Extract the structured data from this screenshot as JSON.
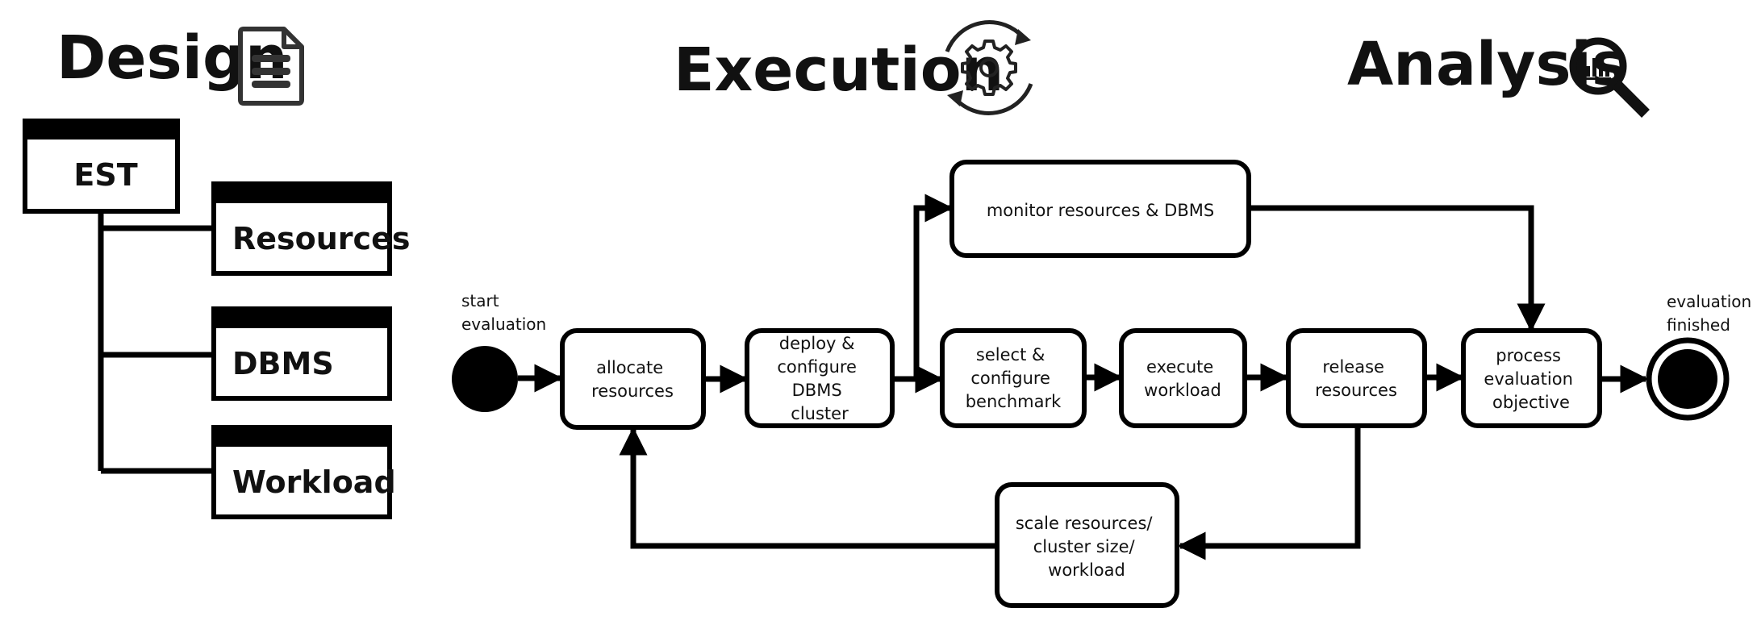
{
  "sections": {
    "design": "Design",
    "execution": "Execution",
    "analysis": "Analysis"
  },
  "icons": {
    "design": "document-icon",
    "execution": "gear-cycle-icon",
    "analysis": "magnifier-chart-icon"
  },
  "design_tree": {
    "root": "EST",
    "children": [
      "Resources",
      "DBMS",
      "Workload"
    ]
  },
  "process": {
    "start_label": [
      "start",
      "evaluation"
    ],
    "end_label": [
      "evaluation",
      "finished"
    ],
    "steps": {
      "allocate": [
        "allocate",
        "resources"
      ],
      "deploy": [
        "deploy &",
        "configure",
        "DBMS",
        "cluster"
      ],
      "select": [
        "select  &",
        "configure",
        "benchmark"
      ],
      "execute": [
        "execute",
        "workload"
      ],
      "release": [
        "release",
        "resources"
      ],
      "process": [
        "process",
        "evaluation",
        "objective"
      ],
      "monitor": [
        "monitor resources & DBMS"
      ],
      "scale": [
        "scale resources/",
        "cluster size/",
        "workload"
      ]
    }
  },
  "colors": {
    "stroke": "#000000",
    "fill": "#ffffff",
    "icon_dark": "#333333"
  }
}
